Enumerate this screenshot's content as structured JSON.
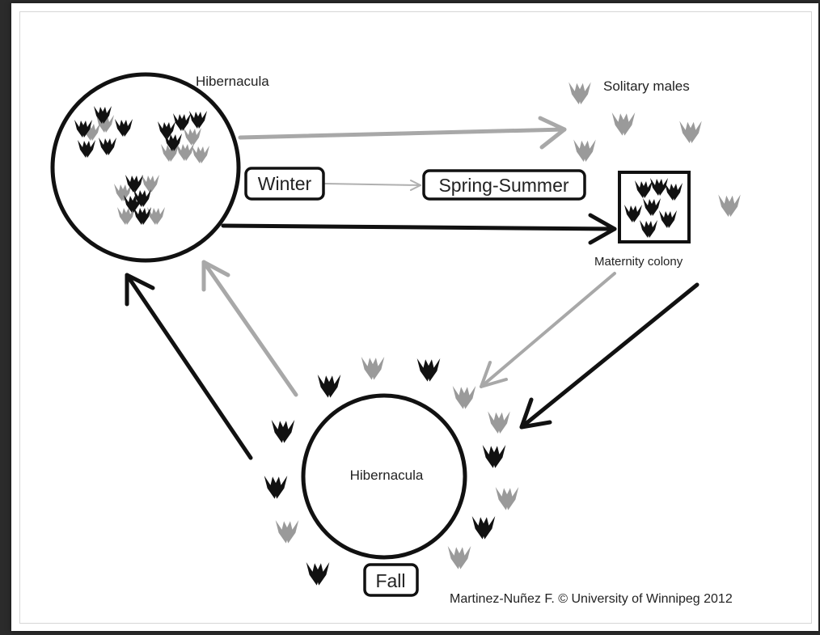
{
  "labels": {
    "top_hibernacula": "Hibernacula",
    "solitary_males": "Solitary males",
    "winter": "Winter",
    "spring_summer": "Spring-Summer",
    "maternity_colony": "Maternity colony",
    "bottom_hibernacula": "Hibernacula",
    "fall": "Fall",
    "credit": "Martinez-Nuñez F. © University of Winnipeg  2012"
  },
  "colors": {
    "male": "#9a9a9a",
    "female": "#111111",
    "arrow_gray": "#a8a8a8",
    "arrow_black": "#111111"
  }
}
